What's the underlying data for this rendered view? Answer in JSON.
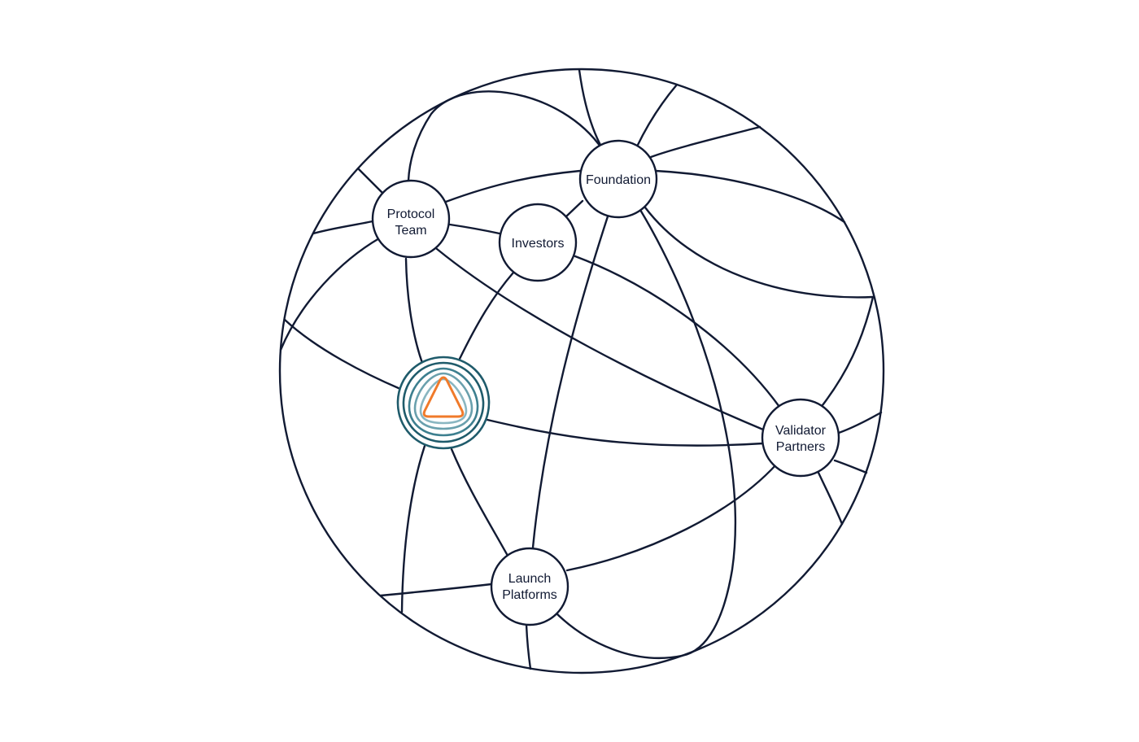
{
  "nodes": {
    "protocol_team": {
      "line1": "Protocol",
      "line2": "Team"
    },
    "foundation": {
      "line1": "Foundation"
    },
    "investors": {
      "line1": "Investors"
    },
    "validator_partners": {
      "line1": "Validator",
      "line2": "Partners"
    },
    "launch_platforms": {
      "line1": "Launch",
      "line2": "Platforms"
    }
  },
  "colors": {
    "line": "#111a33",
    "ring_outer": "#1f5b6b",
    "ring_mid": "#3d7f8f",
    "ring_inner": "#6aa0ad",
    "ring_core": "#8ab6c1",
    "logo_triangle": "#f07a2a"
  },
  "icons": {
    "central_node": "layered-triangle-logo-icon"
  }
}
